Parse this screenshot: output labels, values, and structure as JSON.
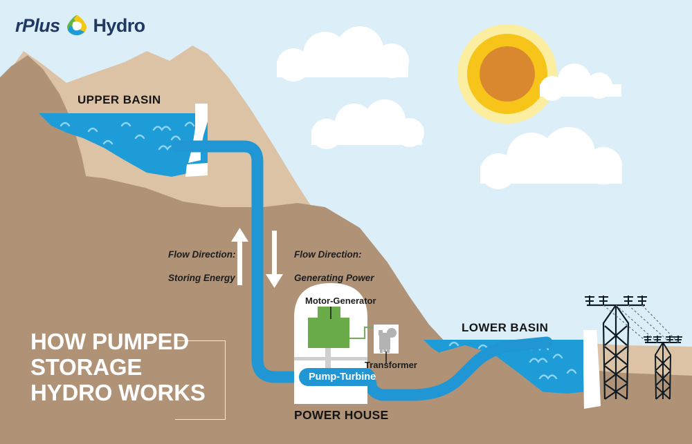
{
  "brand": {
    "name_left": "rPlus",
    "name_right": "Hydro",
    "mark_name": "rplus-triangle-logo",
    "colors": {
      "green": "#63b547",
      "yellow": "#f4c816",
      "blue": "#1e9cd7",
      "wordmark": "#1f3864"
    }
  },
  "title": {
    "text": "HOW PUMPED\nSTORAGE\nHYDRO WORKS",
    "color": "#ffffff"
  },
  "labels": {
    "upper_basin": "UPPER BASIN",
    "lower_basin": "LOWER BASIN",
    "power_house": "POWER HOUSE",
    "motor_generator": "Motor-Generator",
    "transformer": "Transformer",
    "pump_turbine": "Pump-Turbine"
  },
  "flow": {
    "up": {
      "line1": "Flow Direction:",
      "line2": "Storing Energy",
      "direction": "up",
      "arrow_name": "flow-arrow-up"
    },
    "down": {
      "line1": "Flow Direction:",
      "line2": "Generating Power",
      "direction": "down",
      "arrow_name": "flow-arrow-down"
    }
  },
  "scene": {
    "sky_color": "#dceef7",
    "mountain_light": "#ddc3a5",
    "mountain_dark": "#b09377",
    "water_color": "#1e9cd7",
    "water_wave_color": "#8fd4f2",
    "penstock_color": "#2196d4",
    "dam_color": "#ffffff",
    "powerhouse_color": "#ffffff",
    "generator_color": "#6aab4a",
    "shaft_color": "#cfcfcf",
    "transformer_body_color": "#b3b3b3",
    "wire_color": "#7aa86a",
    "tower_color": "#0e1b24",
    "sun_outer": "#fbeea0",
    "sun_mid": "#f7c41a",
    "sun_core": "#d9882f",
    "cloud_color": "#ffffff"
  },
  "elements": {
    "sun": "sun-icon",
    "cloud_top": "cloud-top",
    "cloud_mid": "cloud-middle",
    "cloud_right_upper": "cloud-right-upper",
    "cloud_right_lower": "cloud-right-lower",
    "tower_large": "transmission-tower-large",
    "tower_small": "transmission-tower-small",
    "power_lines": "power-transmission-lines",
    "upper_dam": "upper-basin-dam-wall",
    "lower_dam": "lower-basin-dam-wall",
    "penstock": "penstock-pipe",
    "tailrace": "tailrace-pipe"
  }
}
